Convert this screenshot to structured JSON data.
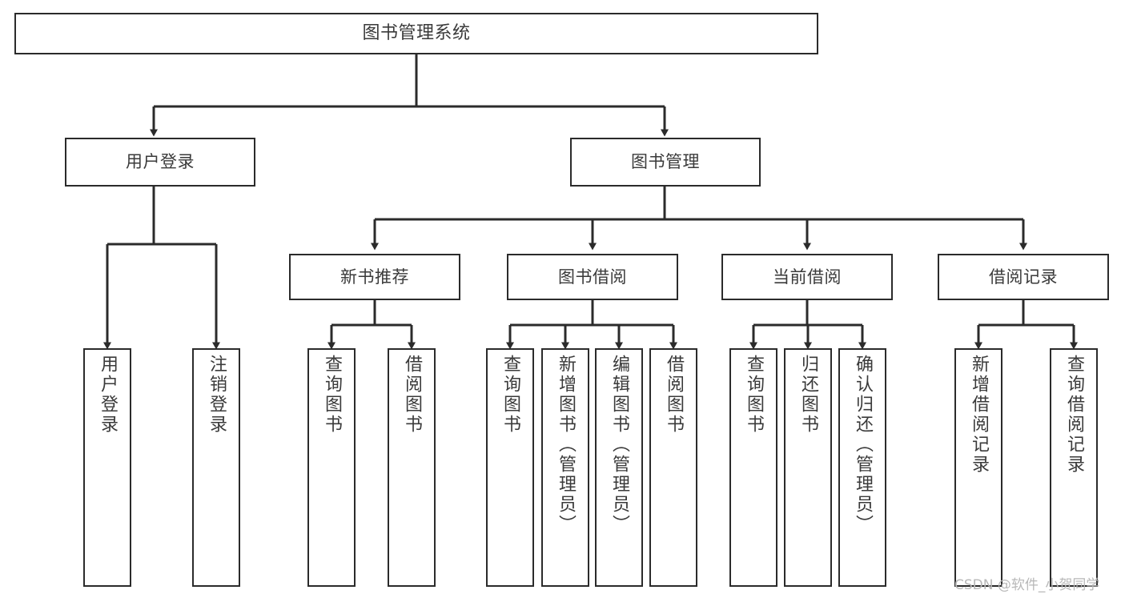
{
  "diagram": {
    "type": "tree-hierarchy",
    "title": "图书管理系统",
    "colors": {
      "background": "#ffffff",
      "stroke": "#2b2b2b",
      "text": "#3a3a3a",
      "watermark": "#b8b8b8"
    },
    "nodes": {
      "root": {
        "label": "图书管理系统"
      },
      "level2": [
        {
          "id": "user-login",
          "label": "用户登录"
        },
        {
          "id": "book-manage",
          "label": "图书管理"
        }
      ],
      "level3": [
        {
          "id": "new-book-recommend",
          "label": "新书推荐"
        },
        {
          "id": "book-borrow",
          "label": "图书借阅"
        },
        {
          "id": "current-borrow",
          "label": "当前借阅"
        },
        {
          "id": "borrow-record",
          "label": "借阅记录"
        }
      ],
      "leaves": [
        {
          "id": "leaf-user-login",
          "label": "用户登录",
          "parent": "user-login"
        },
        {
          "id": "leaf-logout-login",
          "label": "注销登录",
          "parent": "user-login"
        },
        {
          "id": "leaf-query-book-1",
          "label": "查询图书",
          "parent": "new-book-recommend"
        },
        {
          "id": "leaf-borrow-book-1",
          "label": "借阅图书",
          "parent": "new-book-recommend"
        },
        {
          "id": "leaf-query-book-2",
          "label": "查询图书",
          "parent": "book-borrow"
        },
        {
          "id": "leaf-add-book",
          "label": "新增图书（管理员）",
          "parent": "book-borrow"
        },
        {
          "id": "leaf-edit-book",
          "label": "编辑图书（管理员）",
          "parent": "book-borrow"
        },
        {
          "id": "leaf-borrow-book-2",
          "label": "借阅图书",
          "parent": "book-borrow"
        },
        {
          "id": "leaf-query-book-3",
          "label": "查询图书",
          "parent": "current-borrow"
        },
        {
          "id": "leaf-return-book",
          "label": "归还图书",
          "parent": "current-borrow"
        },
        {
          "id": "leaf-confirm-return",
          "label": "确认归还（管理员）",
          "parent": "current-borrow"
        },
        {
          "id": "leaf-add-record",
          "label": "新增借阅记录",
          "parent": "borrow-record"
        },
        {
          "id": "leaf-query-record",
          "label": "查询借阅记录",
          "parent": "borrow-record"
        }
      ]
    },
    "watermark": "CSDN @软件_小贺同学"
  }
}
